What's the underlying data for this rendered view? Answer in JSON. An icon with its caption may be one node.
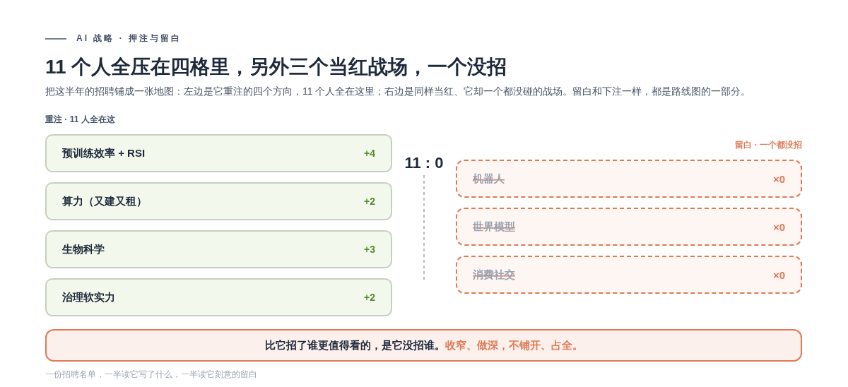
{
  "diagram": {
    "title": "11 个人全压在四格里，另外三个当红战场，一个没招",
    "nodes": [
      {
        "text": [
          "预训练效率 + RSI",
          "+4"
        ]
      },
      {
        "text": [
          "算力（又建又租）",
          "+2"
        ]
      },
      {
        "text": [
          "生物科学",
          "+3"
        ]
      },
      {
        "text": [
          "治理软实力",
          "+2"
        ]
      },
      {
        "text": [
          "机器人",
          "×0"
        ]
      },
      {
        "text": [
          "世界模型",
          "×0"
        ]
      },
      {
        "text": [
          "消费社交",
          "×0"
        ]
      },
      {
        "text": [
          "比它招了谁更值得看的，是它没招谁。",
          "收窄、做深，不铺开、占全。"
        ]
      }
    ],
    "labels": [
      "AI 战略 · 押注与留白",
      "把这半年的招聘铺成一张地图：左边是它重注的四个方向，11 个人全在这里；右边是同样当红、它却一个都没碰的战场。留白和下注一样，都是路线图的一部分。",
      "重注 · 11 人全在这",
      "留白 · 一个都没招",
      "11 : 0",
      "一份招聘名单，一半读它写了什么，一半读它刻意的留白"
    ]
  }
}
